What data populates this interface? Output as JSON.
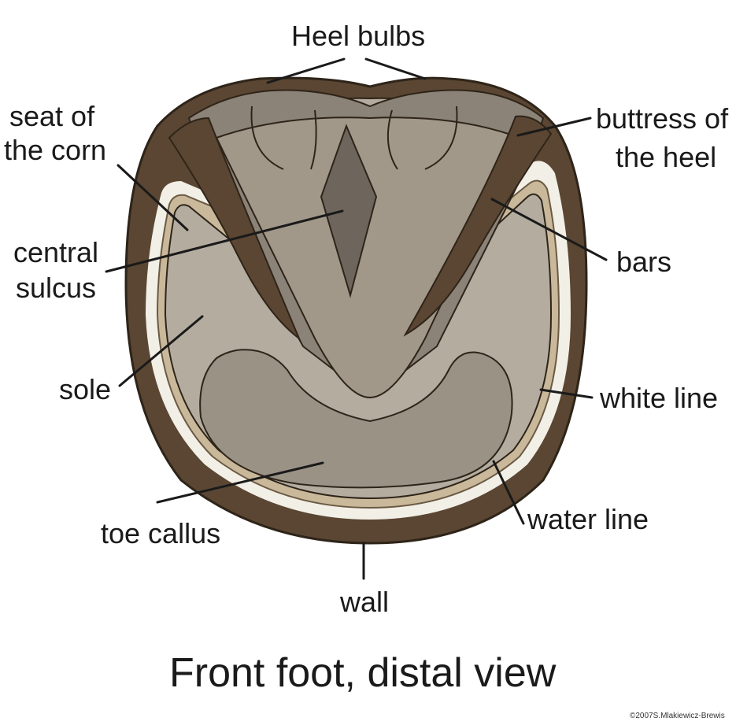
{
  "diagram": {
    "caption": "Front foot, distal view",
    "copyright": "©2007S.Mlakiewicz-Brewis",
    "labels": {
      "heel_bulbs": "Heel bulbs",
      "seat_of_corn_1": "seat of",
      "seat_of_corn_2": "the corn",
      "buttress_1": "buttress of",
      "buttress_2": "the heel",
      "central_sulcus_1": "central",
      "central_sulcus_2": "sulcus",
      "bars": "bars",
      "sole": "sole",
      "white_line": "white line",
      "toe_callus": "toe callus",
      "water_line": "water line",
      "wall": "wall"
    },
    "colors": {
      "wall": "#5a4632",
      "white_line": "#f2efe6",
      "water_line": "#c9b89a",
      "sole": "#b5aca0",
      "frog": "#8c8378",
      "sulcus": "#6e665d",
      "bars": "#5a4632",
      "outline": "#2e2419"
    }
  }
}
